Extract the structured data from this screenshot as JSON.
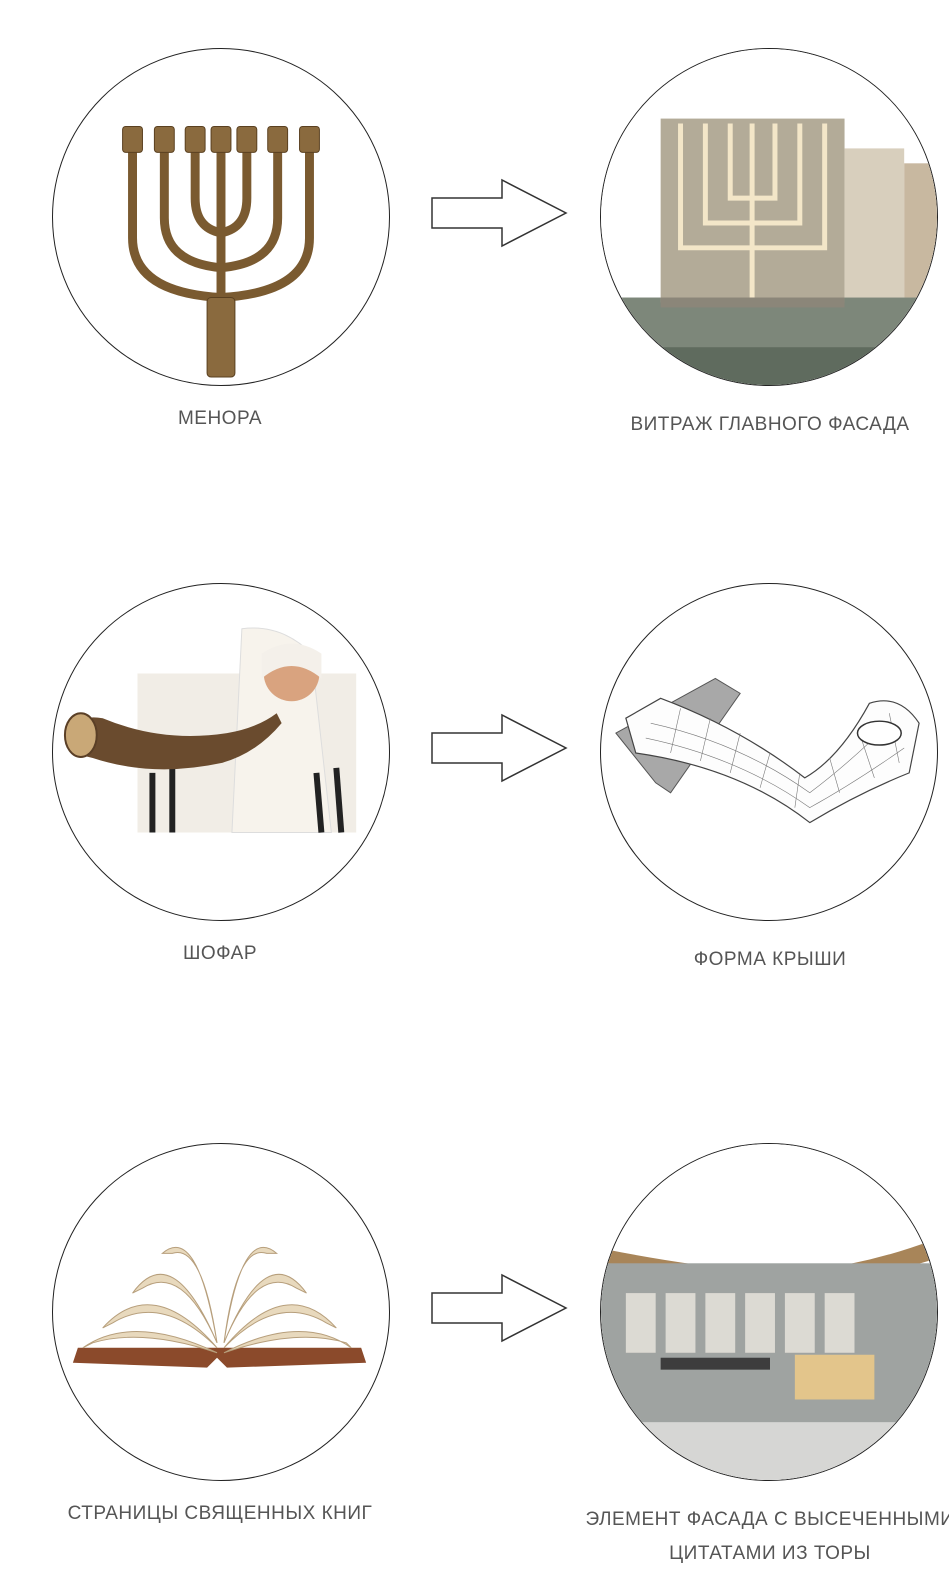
{
  "rows": [
    {
      "source_label": "МЕНОРА",
      "result_label": "ВИТРАЖ ГЛАВНОГО ФАСАДА"
    },
    {
      "source_label": "ШОФАР",
      "result_label": "ФОРМА КРЫШИ"
    },
    {
      "source_label": "СТРАНИЦЫ СВЯЩЕННЫХ КНИГ",
      "result_label": "ЭЛЕМЕНТ ФАСАДА С ВЫСЕЧЕННЫМИ ЦИТАТАМИ ИЗ ТОРЫ"
    }
  ],
  "colors": {
    "circle_stroke": "#222222",
    "label_text": "#555555",
    "bronze": "#8a6a3e"
  }
}
